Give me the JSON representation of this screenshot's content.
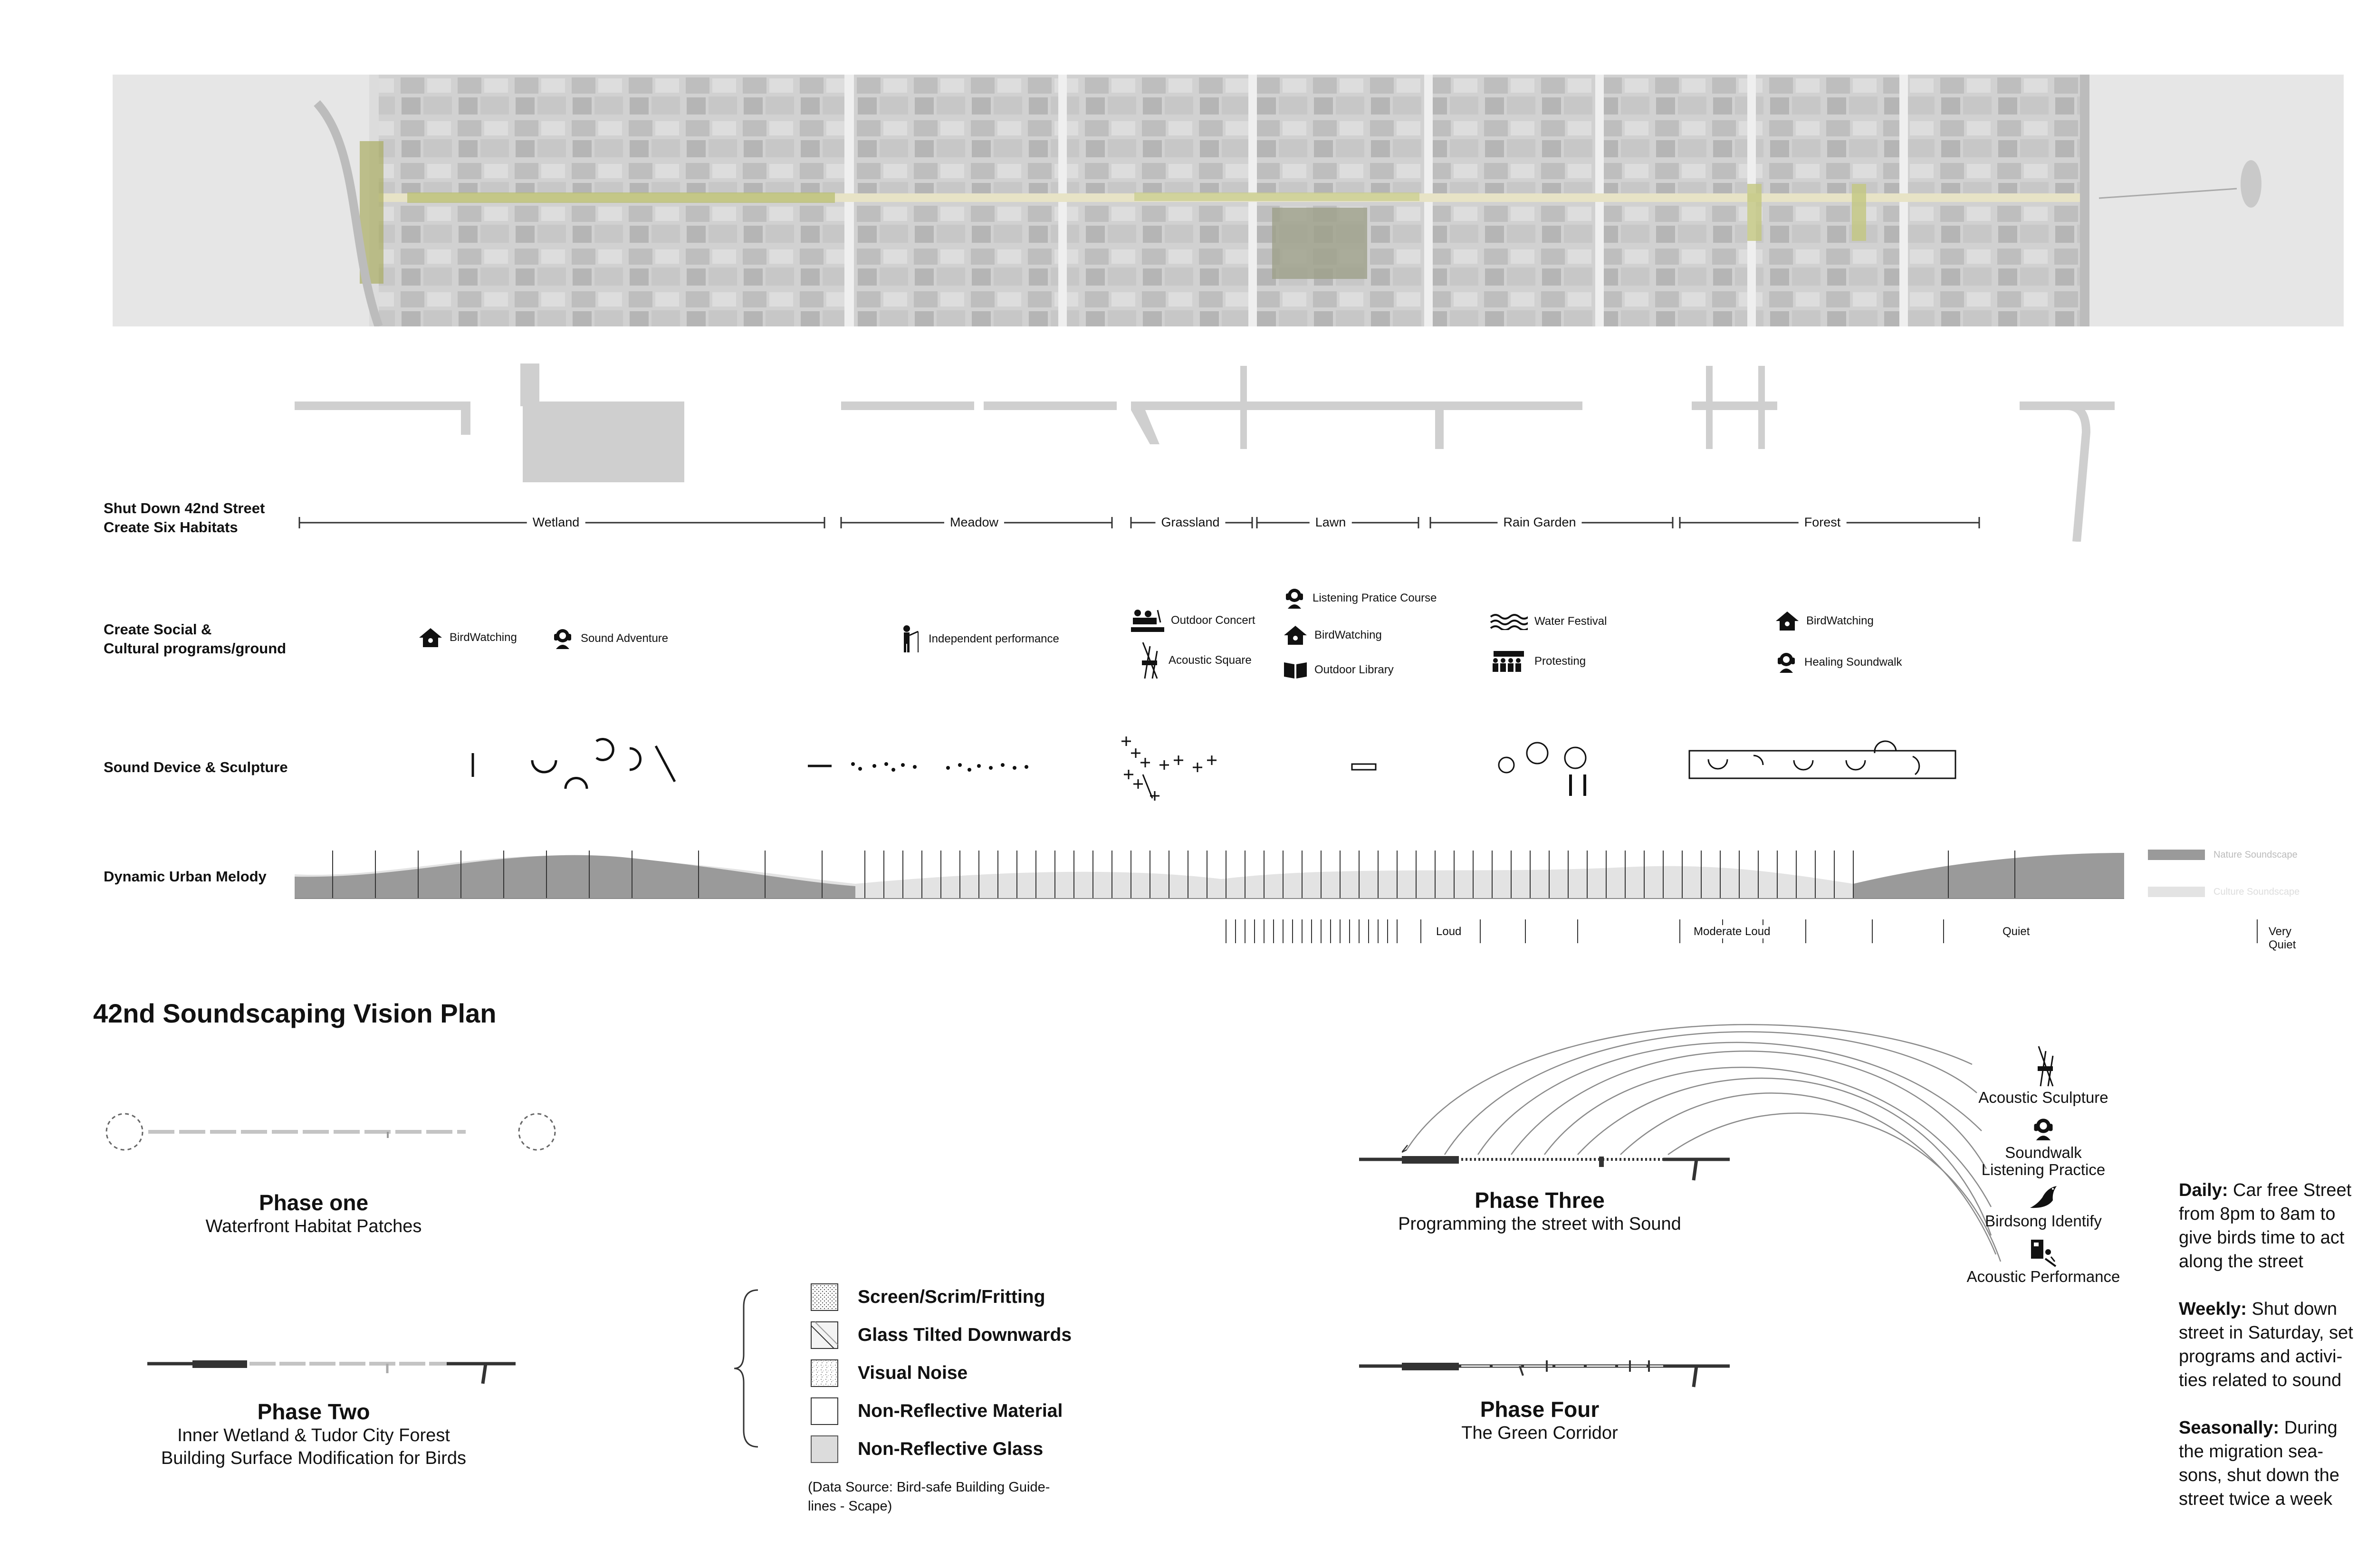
{
  "title": "42nd Soundscaping Vision Plan",
  "rows": {
    "habitats": {
      "line1": "Shut Down 42nd Street",
      "line2": "Create Six Habitats"
    },
    "programs": {
      "line1": "Create Social &",
      "line2": "Cultural programs/ground"
    },
    "devices": "Sound Device & Sculpture",
    "melody": "Dynamic Urban Melody"
  },
  "habitats": [
    "Wetland",
    "Meadow",
    "Grassland",
    "Lawn",
    "Rain Garden",
    "Forest"
  ],
  "programs": [
    {
      "label": "BirdWatching",
      "icon": "bird-house-icon"
    },
    {
      "label": "Sound Adventure",
      "icon": "listener-icon"
    },
    {
      "label": "Independent performance",
      "icon": "performer-icon"
    },
    {
      "label": "Outdoor Concert",
      "icon": "concert-icon"
    },
    {
      "label": "Acoustic Square",
      "icon": "acoustic-sculpture-icon"
    },
    {
      "label": "Listening Pratice Course",
      "icon": "listener-icon"
    },
    {
      "label": "BirdWatching",
      "icon": "bird-house-icon"
    },
    {
      "label": "Outdoor Library",
      "icon": "book-icon"
    },
    {
      "label": "Water Festival",
      "icon": "waves-icon"
    },
    {
      "label": "Protesting",
      "icon": "crowd-icon"
    },
    {
      "label": "BirdWatching",
      "icon": "bird-house-icon"
    },
    {
      "label": "Healing Soundwalk",
      "icon": "listener-icon"
    }
  ],
  "melody_legend": {
    "nature": "Nature Soundscape",
    "culture": "Culture Soundscape"
  },
  "loudness": [
    "Loud",
    "Moderate Loud",
    "Quiet",
    "Very Quiet"
  ],
  "phases": [
    {
      "title": "Phase one",
      "subtitle": "Waterfront Habitat Patches"
    },
    {
      "title": "Phase Two",
      "subtitle": "Inner Wetland & Tudor City Forest",
      "subtitle2": "Building Surface Modification for Birds"
    },
    {
      "title": "Phase Three",
      "subtitle": "Programming the street with  Sound"
    },
    {
      "title": "Phase Four",
      "subtitle": "The Green Corridor"
    }
  ],
  "legend": [
    "Screen/Scrim/Fritting",
    "Glass Tilted Downwards",
    "Visual Noise",
    "Non-Reflective Material",
    "Non-Reflective Glass"
  ],
  "source_note": {
    "line1": "(Data Source: Bird-safe Building Guide-",
    "line2": "lines - Scape)"
  },
  "phase3_programs": [
    {
      "label": "Acoustic Sculpture",
      "icon": "acoustic-sculpture-icon"
    },
    {
      "label": "Soundwalk",
      "label2": "Listening Practice",
      "icon": "listener-icon"
    },
    {
      "label": "Birdsong Identify",
      "icon": "bird-icon"
    },
    {
      "label": "Acoustic Performance",
      "icon": "performer-icon"
    }
  ],
  "schedule": [
    {
      "term": "Daily:",
      "text1": "Car free Street",
      "text2": "from 8pm to 8am to",
      "text3": "give birds time to act",
      "text4": "along the street"
    },
    {
      "term": "Weekly:",
      "text1": "Shut down",
      "text2": "street in Saturday, set",
      "text3": "programs and activi-",
      "text4": "ties related to sound"
    },
    {
      "term": "Seasonally:",
      "text1": "During",
      "text2": "the migration sea-",
      "text3": "sons, shut down the",
      "text4": "street twice a week"
    }
  ],
  "colors": {
    "street_gray": "#cfcfcf",
    "dark": "#333333",
    "nature": "#9a9a9a",
    "culture": "#e3e3e3",
    "green": "#b8bd72"
  }
}
